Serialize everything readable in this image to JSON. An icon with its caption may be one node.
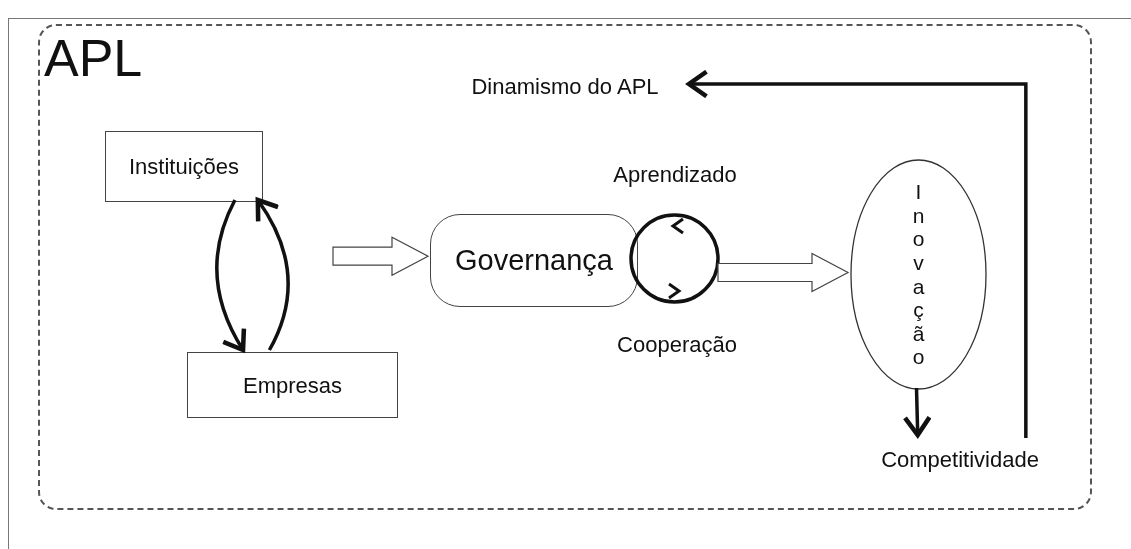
{
  "diagram": {
    "nodes": [
      {
        "text": [
          "APL"
        ]
      },
      {
        "text": [
          "Instituições"
        ],
        "in": 0
      },
      {
        "text": [
          "Empresas"
        ],
        "in": 0
      },
      {
        "text": [
          "Governança"
        ],
        "in": 0
      },
      {
        "text": [],
        "shape": "circle",
        "in": 0,
        "beside": [
          "Aprendizado",
          "Cooperação"
        ]
      },
      {
        "text": [
          "Inovação"
        ],
        "in": 0
      },
      {
        "text": [
          "Competitividade"
        ],
        "in": 0
      },
      {
        "text": [
          "Dinamismo do APL"
        ],
        "in": 0
      }
    ],
    "edges": [
      {
        "from": 1,
        "to": 2,
        "arrow": "to"
      },
      {
        "from": 2,
        "to": 1,
        "arrow": "to"
      },
      {
        "from": null,
        "to": 3,
        "arrow": "to",
        "style": "thick"
      },
      {
        "from": 4,
        "to": 5,
        "arrow": "to",
        "style": "thick"
      },
      {
        "from": 5,
        "to": 6,
        "arrow": "to"
      },
      {
        "from": 6,
        "to": 7,
        "arrow": "to"
      }
    ]
  }
}
